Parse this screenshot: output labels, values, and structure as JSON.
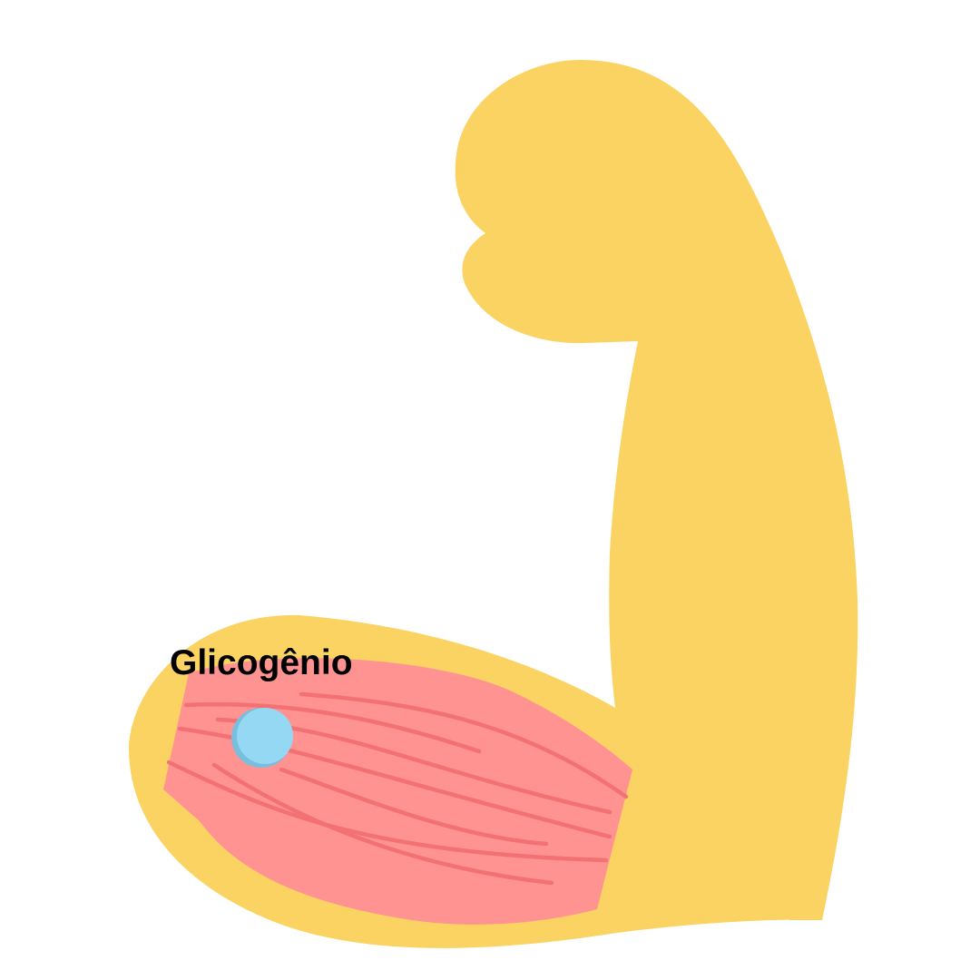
{
  "labels": {
    "glycogen": "Glicogênio"
  },
  "colors": {
    "arm_skin": "#FAD363",
    "muscle": "#FF9391",
    "muscle_fibers": "#F26A6E",
    "glycogen": "#95D8F4",
    "glycogen_shade": "#78BEDD",
    "text": "#000000",
    "background": "#FFFFFF"
  },
  "icons": {
    "arm": "flexed-arm-icon",
    "muscle": "bicep-muscle",
    "glycogen": "glycogen-granule"
  }
}
